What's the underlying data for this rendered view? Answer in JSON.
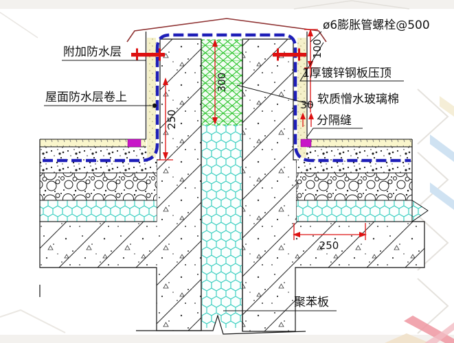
{
  "drawing": {
    "labels": {
      "additional_waterproof_layer": "附加防水层",
      "roof_membrane_rolled_up": "屋面防水层卷上",
      "expansion_bolt": "ø6膨胀管螺栓@500",
      "galvanized_coping": "1厚镀锌钢板压顶",
      "hydrophobic_glass_wool": "软质憎水玻璃棉",
      "separation_joint": "分隔缝",
      "polystyrene_board": "聚苯板"
    },
    "dimensions": {
      "parapet_top_height": "100",
      "glass_wool_depth": "300",
      "membrane_upturn_height": "250",
      "separation_joint_width": "30",
      "slab_ledge_width": "250"
    },
    "colors": {
      "dimension_red": "#dd1111",
      "membrane_blue": "#1e1eb8",
      "glass_wool_green": "#2dc52d",
      "polystyrene_cyan": "#3ccfc1",
      "sealant_magenta": "#c816c8",
      "screed_yellow": "#faf6cc",
      "coping_dark_red": "#8f3333"
    }
  }
}
